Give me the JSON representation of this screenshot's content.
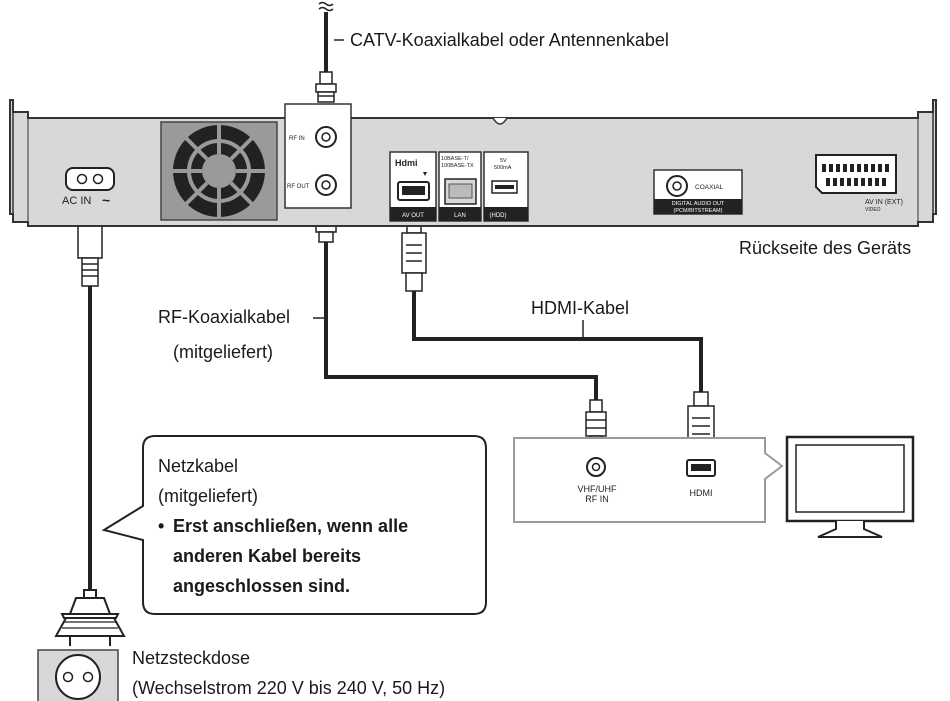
{
  "labels": {
    "catv_cable": "CATV-Koaxialkabel oder Antennenkabel",
    "rf_cable_line1": "RF-Koaxialkabel",
    "rf_cable_line2": "(mitgeliefert)",
    "hdmi_cable": "HDMI-Kabel",
    "device_rear": "Rückseite des Geräts",
    "power_outlet": "Netzsteckdose",
    "power_outlet_spec": "(Wechselstrom 220 V bis 240 V, 50 Hz)"
  },
  "callout": {
    "title": "Netzkabel",
    "subtitle": "(mitgeliefert)",
    "note_bullet": "•",
    "note_line1": "Erst anschließen, wenn alle",
    "note_line2": "anderen Kabel bereits",
    "note_line3": "angeschlossen sind."
  },
  "recorder_ports": {
    "ac_in": "AC IN",
    "ac_symbol": "~",
    "rf_in": "RF IN",
    "rf_out": "RF OUT",
    "hdmi_logo": "Hdmi",
    "av_out": "AV OUT",
    "lan_spec_1": "10BASE-T/",
    "lan_spec_2": "100BASE-TX",
    "lan": "LAN",
    "usb_spec_1": "5V",
    "usb_spec_2": "500mA",
    "hdd": "(HDD)",
    "coaxial": "COAXIAL",
    "digital_audio_1": "DIGITAL AUDIO OUT",
    "digital_audio_2": "(PCM/BITSTREAM)",
    "av_in": "AV IN (EXT)",
    "video_sub": "VIDEO"
  },
  "tv_ports": {
    "vhf_1": "VHF/UHF",
    "vhf_2": "RF IN",
    "hdmi": "HDMI"
  },
  "icons": [
    "antenna-tilde-icon",
    "fan-grille-icon",
    "tv-icon",
    "power-socket-icon",
    "power-plug-icon"
  ]
}
